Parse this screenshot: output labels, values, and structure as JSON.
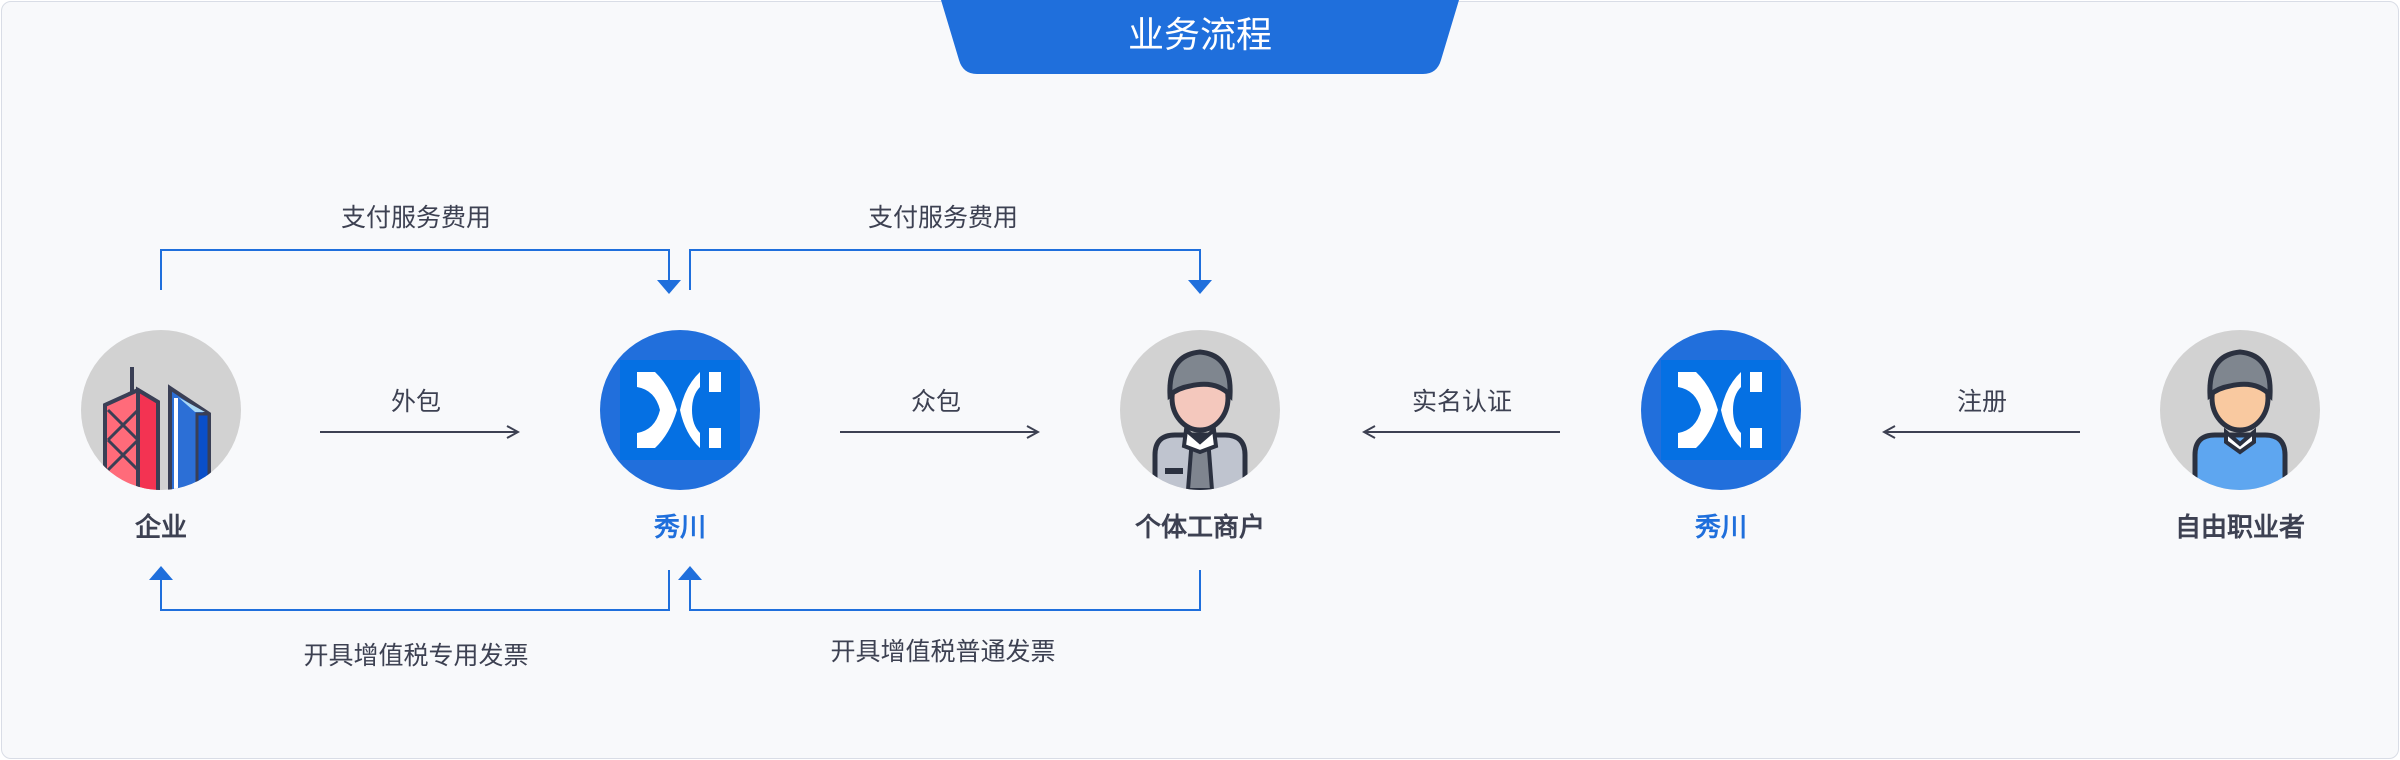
{
  "title": "业务流程",
  "nodes": [
    {
      "label": "企业",
      "icon": "office-buildings-icon"
    },
    {
      "label": "秀川",
      "icon": "xiuchuan-logo-icon"
    },
    {
      "label": "个体工商户",
      "icon": "businessman-avatar-icon"
    },
    {
      "label": "秀川",
      "icon": "xiuchuan-logo-icon"
    },
    {
      "label": "自由职业者",
      "icon": "freelancer-avatar-icon"
    }
  ],
  "edges": {
    "outsource": "外包",
    "crowdsource": "众包",
    "verify": "实名认证",
    "register": "注册",
    "pay_fee_1": "支付服务费用",
    "pay_fee_2": "支付服务费用",
    "invoice_special": "开具增值税专用发票",
    "invoice_normal": "开具增值税普通发票"
  },
  "colors": {
    "accent": "#1f6fdc",
    "text": "#3d4152",
    "background": "#f8f9fb"
  }
}
